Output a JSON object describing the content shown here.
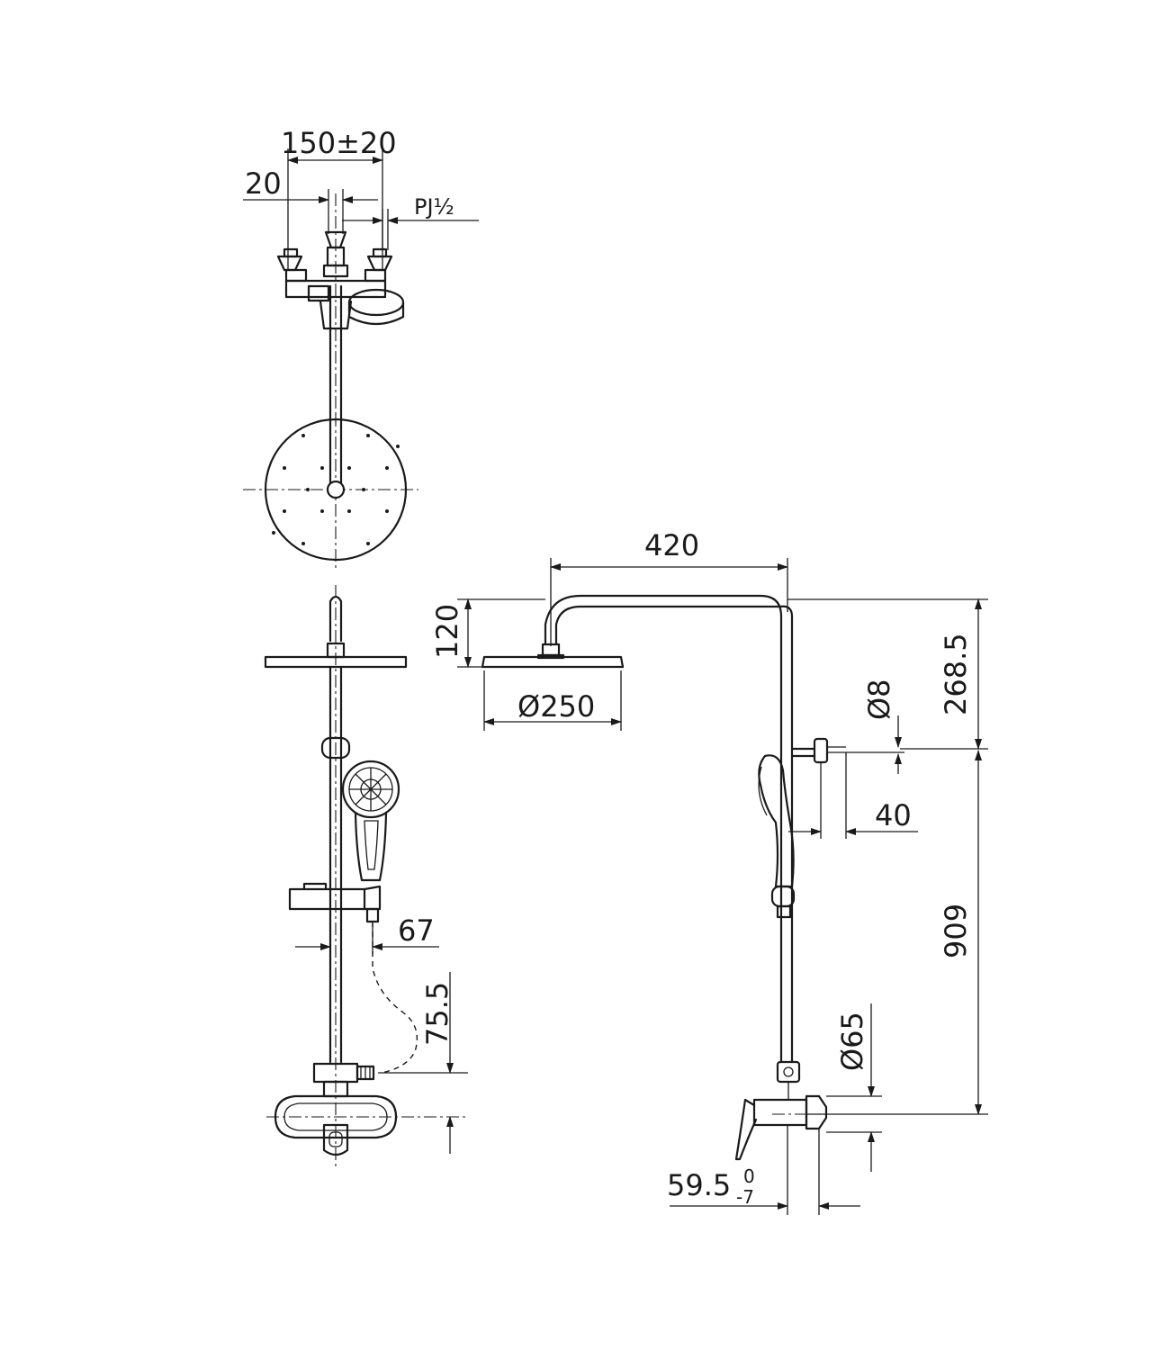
{
  "dimensions": {
    "centers": "150±20",
    "offset": "20",
    "thread": "PJ½",
    "arm_reach": "420",
    "drop": "120",
    "rain_head_diameter": "Ø250",
    "height_top": "268.5",
    "hose_diameter": "Ø8",
    "hook_offset": "40",
    "riser_height": "909",
    "flange_diameter": "Ø65",
    "wall_depth": "59.5",
    "wall_depth_tol_upper": "0",
    "wall_depth_tol_lower": "-7",
    "bar_offset": "67",
    "hose_connector": "75.5"
  }
}
